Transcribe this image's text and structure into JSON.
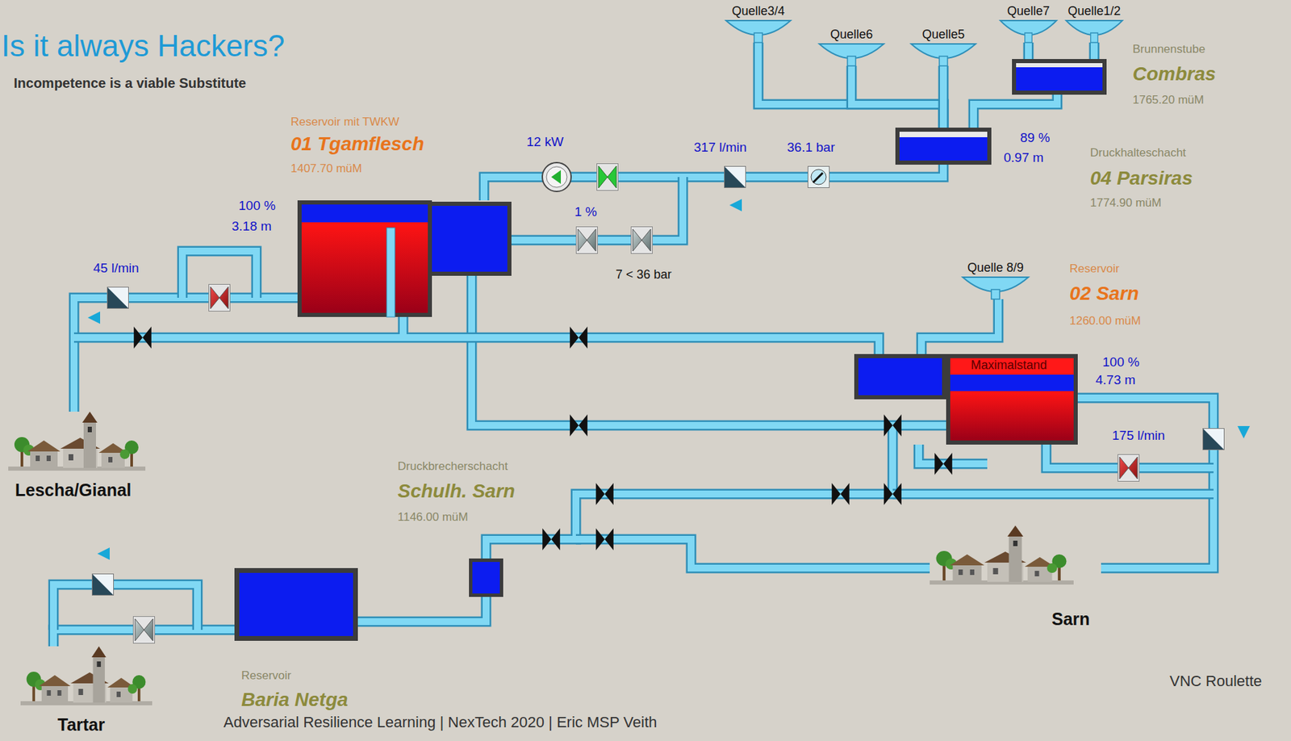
{
  "diagram": {
    "title": "Is it always Hackers?",
    "nodes": [
      {
        "text": [
          "Quelle3/4"
        ]
      },
      {
        "text": [
          "Quelle6"
        ]
      },
      {
        "text": [
          "Quelle5"
        ]
      },
      {
        "text": [
          "Quelle7"
        ]
      },
      {
        "text": [
          "Quelle1/2"
        ]
      },
      {
        "text": [
          "Brunnenstube",
          "Combras",
          "1765.20 müM"
        ]
      },
      {
        "text": [
          "89 %",
          "0.97 m",
          "Druckhalteschacht",
          "04 Parsiras",
          "1774.90 müM"
        ]
      },
      {
        "text": [
          "Reservoir mit TWKW",
          "01 Tgamflesch",
          "1407.70 müM",
          "100 %",
          "3.18 m"
        ]
      },
      {
        "text": [
          "Quelle 8/9"
        ]
      },
      {
        "text": [
          "Reservoir",
          "02 Sarn",
          "1260.00 müM",
          "Maximalstand",
          "100 %",
          "4.73 m"
        ]
      },
      {
        "text": [
          "Druckbrecherschacht",
          "Schulh. Sarn",
          "1146.00 müM"
        ]
      },
      {
        "text": [
          "Reservoir",
          "Baria Netga"
        ]
      },
      {
        "text": [
          "Lescha/Gianal"
        ]
      },
      {
        "text": [
          "Sarn"
        ]
      },
      {
        "text": [
          "Tartar"
        ]
      }
    ],
    "edges": [
      {
        "from": 0,
        "to": 6,
        "arrow": "none"
      },
      {
        "from": 1,
        "to": 6,
        "arrow": "none"
      },
      {
        "from": 2,
        "to": 6,
        "arrow": "none"
      },
      {
        "from": 3,
        "to": 5,
        "arrow": "none"
      },
      {
        "from": 4,
        "to": 5,
        "arrow": "none"
      },
      {
        "from": 5,
        "to": 6,
        "arrow": "none"
      },
      {
        "from": 6,
        "to": 7,
        "arrow": "none"
      },
      {
        "from": 7,
        "to": 12,
        "arrow": "none"
      },
      {
        "from": 7,
        "to": 9,
        "arrow": "none"
      },
      {
        "from": 8,
        "to": 9,
        "arrow": "none"
      },
      {
        "from": 9,
        "to": 13,
        "arrow": "none"
      },
      {
        "from": 9,
        "to": 10,
        "arrow": "none"
      },
      {
        "from": 10,
        "to": 11,
        "arrow": "none"
      },
      {
        "from": 11,
        "to": 14,
        "arrow": "none"
      }
    ],
    "labels": [
      "Incompetence is a viable Substitute",
      "12 kW",
      "317 l/min",
      "36.1 bar",
      "1 %",
      "7 < 36 bar",
      "45 l/min",
      "175 l/min",
      "Adversarial Resilience Learning | NexTech 2020 | Eric MSP Veith",
      "VNC Roulette"
    ]
  }
}
